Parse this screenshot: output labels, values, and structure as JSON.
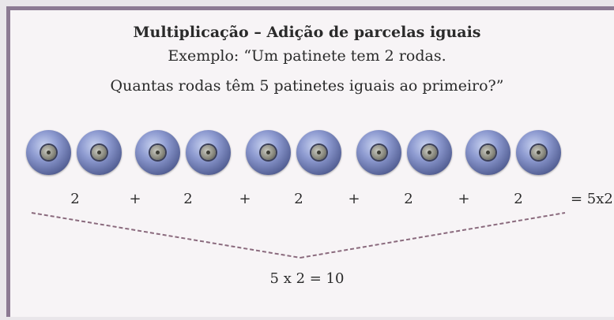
{
  "heading": "Multiplicação – Adição de parcelas iguais",
  "example": "Exemplo: “Um patinete tem 2 rodas.",
  "question": "Quantas rodas têm 5 patinetes iguais ao primeiro?”",
  "wheel_icon": "wheel-icon",
  "wheel_count": 10,
  "terms": [
    "2",
    "+",
    "2",
    "+",
    "2",
    "+",
    "2",
    "+",
    "2"
  ],
  "equals_product": "= 5x2",
  "result": "5 x 2 = 10",
  "colors": {
    "frame": "#8c7a93",
    "wheel": "#6f7bb3",
    "dash": "#8a6a7d"
  }
}
